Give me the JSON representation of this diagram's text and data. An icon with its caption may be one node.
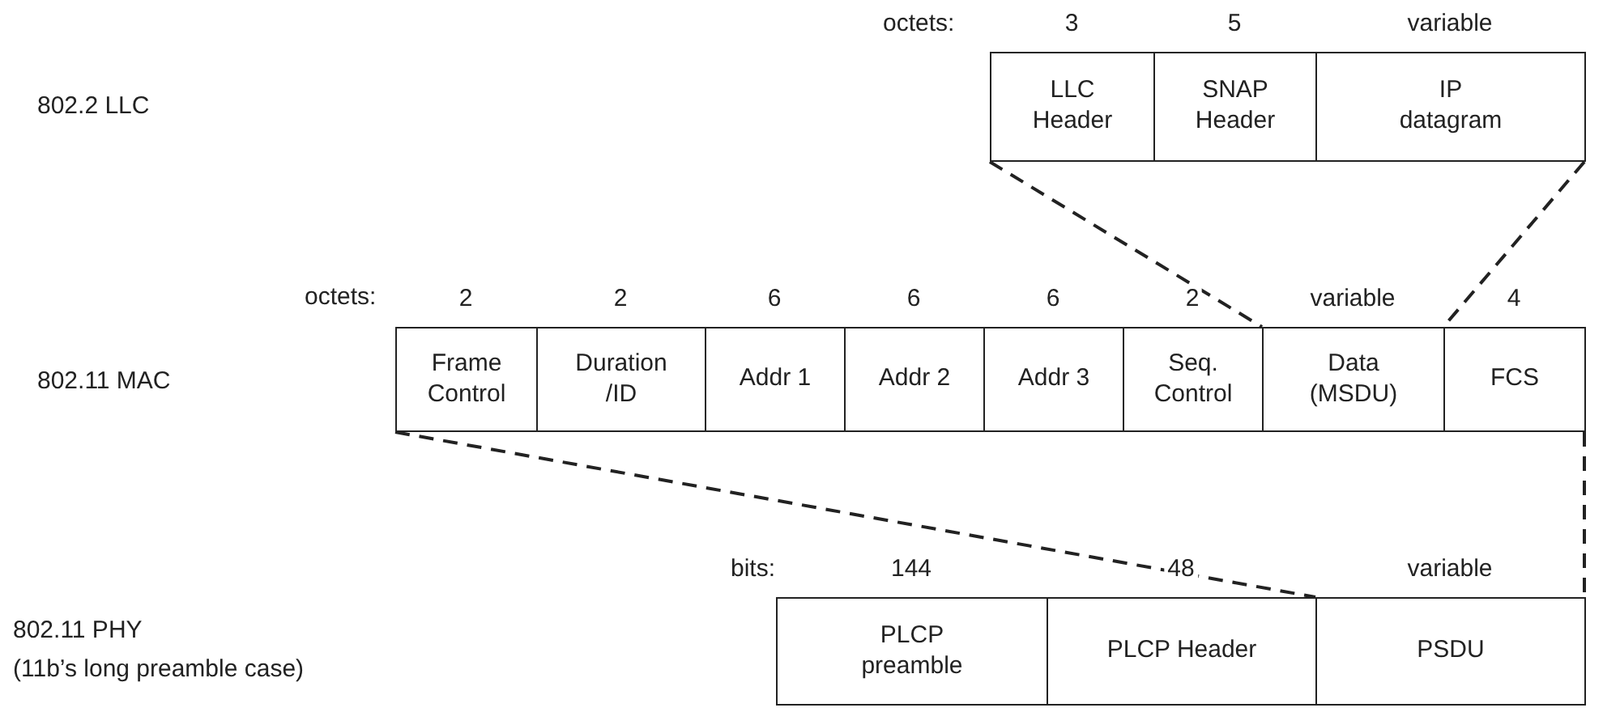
{
  "diagram": {
    "nodes": [
      {
        "text": [
          "LLC Header"
        ],
        "beside": [
          "3"
        ]
      },
      {
        "text": [
          "SNAP Header"
        ],
        "beside": [
          "5"
        ]
      },
      {
        "text": [
          "IP datagram"
        ],
        "beside": [
          "variable"
        ]
      },
      {
        "text": [
          "Frame Control"
        ],
        "beside": [
          "2"
        ]
      },
      {
        "text": [
          "Duration /ID"
        ],
        "beside": [
          "2"
        ]
      },
      {
        "text": [
          "Addr 1"
        ],
        "beside": [
          "6"
        ]
      },
      {
        "text": [
          "Addr 2"
        ],
        "beside": [
          "6"
        ]
      },
      {
        "text": [
          "Addr 3"
        ],
        "beside": [
          "6"
        ]
      },
      {
        "text": [
          "Seq. Control"
        ],
        "beside": [
          "2"
        ]
      },
      {
        "text": [
          "Data (MSDU)"
        ],
        "beside": [
          "variable"
        ]
      },
      {
        "text": [
          "FCS"
        ],
        "beside": [
          "4"
        ]
      },
      {
        "text": [
          "PLCP preamble"
        ],
        "beside": [
          "144"
        ]
      },
      {
        "text": [
          "PLCP Header"
        ],
        "beside": [
          "48"
        ]
      },
      {
        "text": [
          "PSDU"
        ],
        "beside": [
          "variable"
        ]
      }
    ],
    "edges": [
      {
        "from": 0,
        "to": 9,
        "arrow": "none",
        "style": "dashed"
      },
      {
        "from": 2,
        "to": 9,
        "arrow": "none",
        "style": "dashed"
      },
      {
        "from": 3,
        "to": 13,
        "arrow": "none",
        "style": "dashed"
      },
      {
        "from": 10,
        "to": 13,
        "arrow": "none",
        "style": "dashed"
      }
    ],
    "labels": [
      "octets:",
      "802.2 LLC",
      "octets:",
      "802.11 MAC",
      "bits:",
      "802.11 PHY",
      "(11b’s long preamble case)"
    ]
  }
}
